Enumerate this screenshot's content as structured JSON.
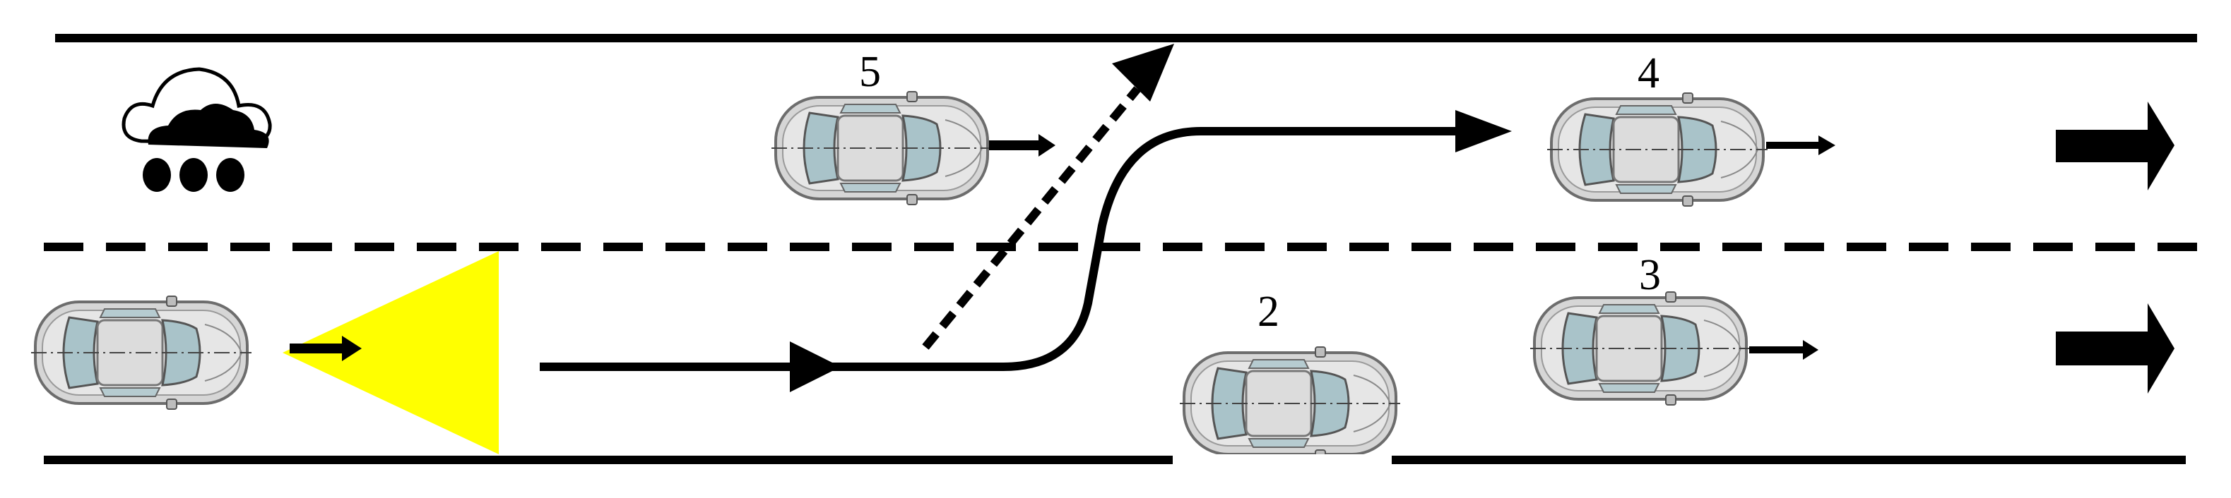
{
  "scene": {
    "road_color": "#000000",
    "sensor_cone_color": "#ffff00",
    "car_body_color": "#d6d6d6",
    "car_glass_color": "#a9c3c9"
  },
  "icons": {
    "weather": "rain-cloud-icon"
  },
  "cars": [
    {
      "id": "ego",
      "label": ""
    },
    {
      "id": "car-2",
      "label": "2"
    },
    {
      "id": "car-3",
      "label": "3"
    },
    {
      "id": "car-4",
      "label": "4"
    },
    {
      "id": "car-5",
      "label": "5"
    }
  ]
}
